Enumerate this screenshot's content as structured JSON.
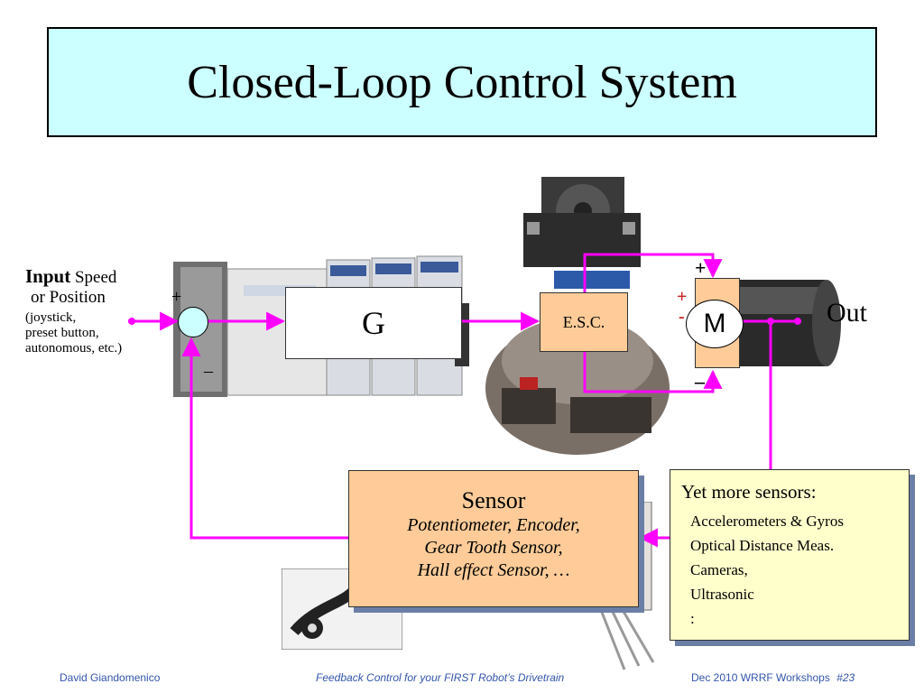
{
  "title": "Closed-Loop Control System",
  "input": {
    "label_bold": "Input",
    "label_rest": " Speed",
    "line2": "or Position",
    "line3": "(joystick,",
    "line4": "preset button,",
    "line5": "autonomous, etc.)"
  },
  "sum": {
    "plus": "+",
    "minus": "–"
  },
  "blocks": {
    "controller": "G",
    "esc": "E.S.C.",
    "motor": "M",
    "motor_plus": "+",
    "motor_minus": "–",
    "motor_terminal_plus": "+",
    "motor_terminal_minus": "-",
    "output": "Out"
  },
  "sensor": {
    "title": "Sensor",
    "lines": [
      "Potentiometer, Encoder,",
      "Gear Tooth Sensor,",
      "Hall effect Sensor,  …"
    ]
  },
  "more_sensors": {
    "title": "Yet more sensors:",
    "items": [
      "Accelerometers & Gyros",
      "Optical Distance Meas.",
      "Cameras,",
      "Ultrasonic",
      ":"
    ]
  },
  "footer": {
    "author": "David  Giandomenico",
    "course": "Feedback Control for your FIRST Robot’s Drivetrain",
    "event": "Dec 2010 WRRF Workshops",
    "slide": "#23"
  },
  "colors": {
    "title_bg": "#ccffff",
    "signal_line": "#ff00ff",
    "block_fill": "#ffcc99",
    "note_fill": "#ffffcc"
  }
}
